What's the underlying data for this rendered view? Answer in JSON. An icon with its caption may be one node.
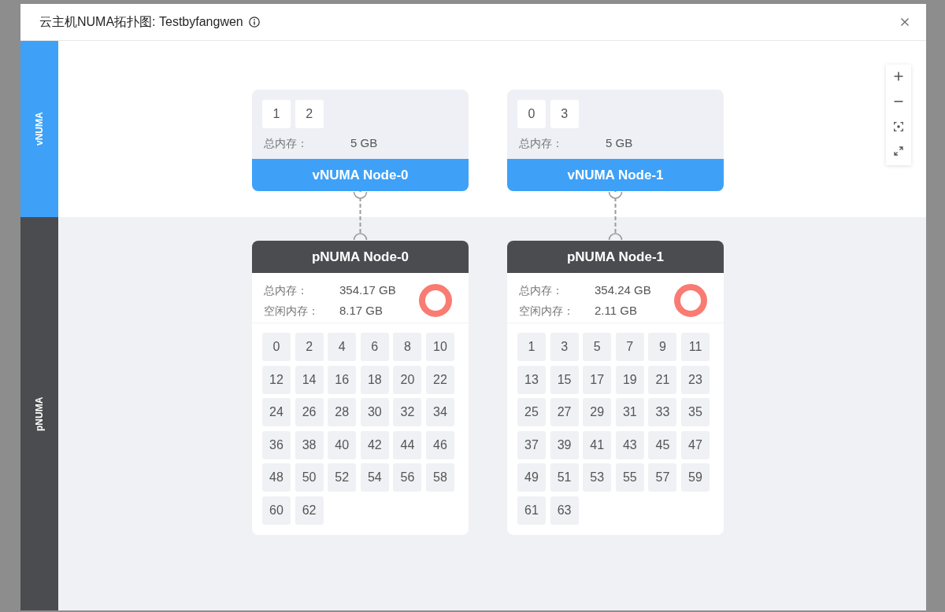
{
  "diagram": {
    "title": "云主机NUMA拓扑图: Testbyfangwen",
    "nodes": [
      {
        "text": [
          "vNUMA"
        ]
      },
      {
        "text": [
          "总内存：",
          "5 GB",
          "vNUMA Node-0"
        ],
        "in": 0
      },
      {
        "text": [
          "1"
        ],
        "in": 1
      },
      {
        "text": [
          "2"
        ],
        "in": 1
      },
      {
        "text": [
          "总内存：",
          "5 GB",
          "vNUMA Node-1"
        ],
        "in": 0
      },
      {
        "text": [
          "0"
        ],
        "in": 4
      },
      {
        "text": [
          "3"
        ],
        "in": 4
      },
      {
        "text": [
          "pNUMA"
        ]
      },
      {
        "text": [
          "pNUMA Node-0",
          "总内存：",
          "354.17 GB",
          "空闲内存：",
          "8.17 GB"
        ],
        "in": 7
      },
      {
        "text": [
          "0"
        ],
        "in": 8
      },
      {
        "text": [
          "2"
        ],
        "in": 8
      },
      {
        "text": [
          "4"
        ],
        "in": 8
      },
      {
        "text": [
          "6"
        ],
        "in": 8
      },
      {
        "text": [
          "8"
        ],
        "in": 8
      },
      {
        "text": [
          "10"
        ],
        "in": 8
      },
      {
        "text": [
          "12"
        ],
        "in": 8
      },
      {
        "text": [
          "14"
        ],
        "in": 8
      },
      {
        "text": [
          "16"
        ],
        "in": 8
      },
      {
        "text": [
          "18"
        ],
        "in": 8
      },
      {
        "text": [
          "20"
        ],
        "in": 8
      },
      {
        "text": [
          "22"
        ],
        "in": 8
      },
      {
        "text": [
          "24"
        ],
        "in": 8
      },
      {
        "text": [
          "26"
        ],
        "in": 8
      },
      {
        "text": [
          "28"
        ],
        "in": 8
      },
      {
        "text": [
          "30"
        ],
        "in": 8
      },
      {
        "text": [
          "32"
        ],
        "in": 8
      },
      {
        "text": [
          "34"
        ],
        "in": 8
      },
      {
        "text": [
          "36"
        ],
        "in": 8
      },
      {
        "text": [
          "38"
        ],
        "in": 8
      },
      {
        "text": [
          "40"
        ],
        "in": 8
      },
      {
        "text": [
          "42"
        ],
        "in": 8
      },
      {
        "text": [
          "44"
        ],
        "in": 8
      },
      {
        "text": [
          "46"
        ],
        "in": 8
      },
      {
        "text": [
          "48"
        ],
        "in": 8
      },
      {
        "text": [
          "50"
        ],
        "in": 8
      },
      {
        "text": [
          "52"
        ],
        "in": 8
      },
      {
        "text": [
          "54"
        ],
        "in": 8
      },
      {
        "text": [
          "56"
        ],
        "in": 8
      },
      {
        "text": [
          "58"
        ],
        "in": 8
      },
      {
        "text": [
          "60"
        ],
        "in": 8
      },
      {
        "text": [
          "62"
        ],
        "in": 8
      },
      {
        "text": [
          "pNUMA Node-1",
          "总内存：",
          "354.24 GB",
          "空闲内存：",
          "2.11 GB"
        ],
        "in": 7
      },
      {
        "text": [
          "1"
        ],
        "in": 41
      },
      {
        "text": [
          "3"
        ],
        "in": 41
      },
      {
        "text": [
          "5"
        ],
        "in": 41
      },
      {
        "text": [
          "7"
        ],
        "in": 41
      },
      {
        "text": [
          "9"
        ],
        "in": 41
      },
      {
        "text": [
          "11"
        ],
        "in": 41
      },
      {
        "text": [
          "13"
        ],
        "in": 41
      },
      {
        "text": [
          "15"
        ],
        "in": 41
      },
      {
        "text": [
          "17"
        ],
        "in": 41
      },
      {
        "text": [
          "19"
        ],
        "in": 41
      },
      {
        "text": [
          "21"
        ],
        "in": 41
      },
      {
        "text": [
          "23"
        ],
        "in": 41
      },
      {
        "text": [
          "25"
        ],
        "in": 41
      },
      {
        "text": [
          "27"
        ],
        "in": 41
      },
      {
        "text": [
          "29"
        ],
        "in": 41
      },
      {
        "text": [
          "31"
        ],
        "in": 41
      },
      {
        "text": [
          "33"
        ],
        "in": 41
      },
      {
        "text": [
          "35"
        ],
        "in": 41
      },
      {
        "text": [
          "37"
        ],
        "in": 41
      },
      {
        "text": [
          "39"
        ],
        "in": 41
      },
      {
        "text": [
          "41"
        ],
        "in": 41
      },
      {
        "text": [
          "43"
        ],
        "in": 41
      },
      {
        "text": [
          "45"
        ],
        "in": 41
      },
      {
        "text": [
          "47"
        ],
        "in": 41
      },
      {
        "text": [
          "49"
        ],
        "in": 41
      },
      {
        "text": [
          "51"
        ],
        "in": 41
      },
      {
        "text": [
          "53"
        ],
        "in": 41
      },
      {
        "text": [
          "55"
        ],
        "in": 41
      },
      {
        "text": [
          "57"
        ],
        "in": 41
      },
      {
        "text": [
          "59"
        ],
        "in": 41
      },
      {
        "text": [
          "61"
        ],
        "in": 41
      },
      {
        "text": [
          "63"
        ],
        "in": 41
      }
    ],
    "edges": [
      {
        "from": 1,
        "to": 8,
        "arrow": "other",
        "style": "dashed"
      },
      {
        "from": 4,
        "to": 41,
        "arrow": "other",
        "style": "dashed"
      }
    ]
  }
}
